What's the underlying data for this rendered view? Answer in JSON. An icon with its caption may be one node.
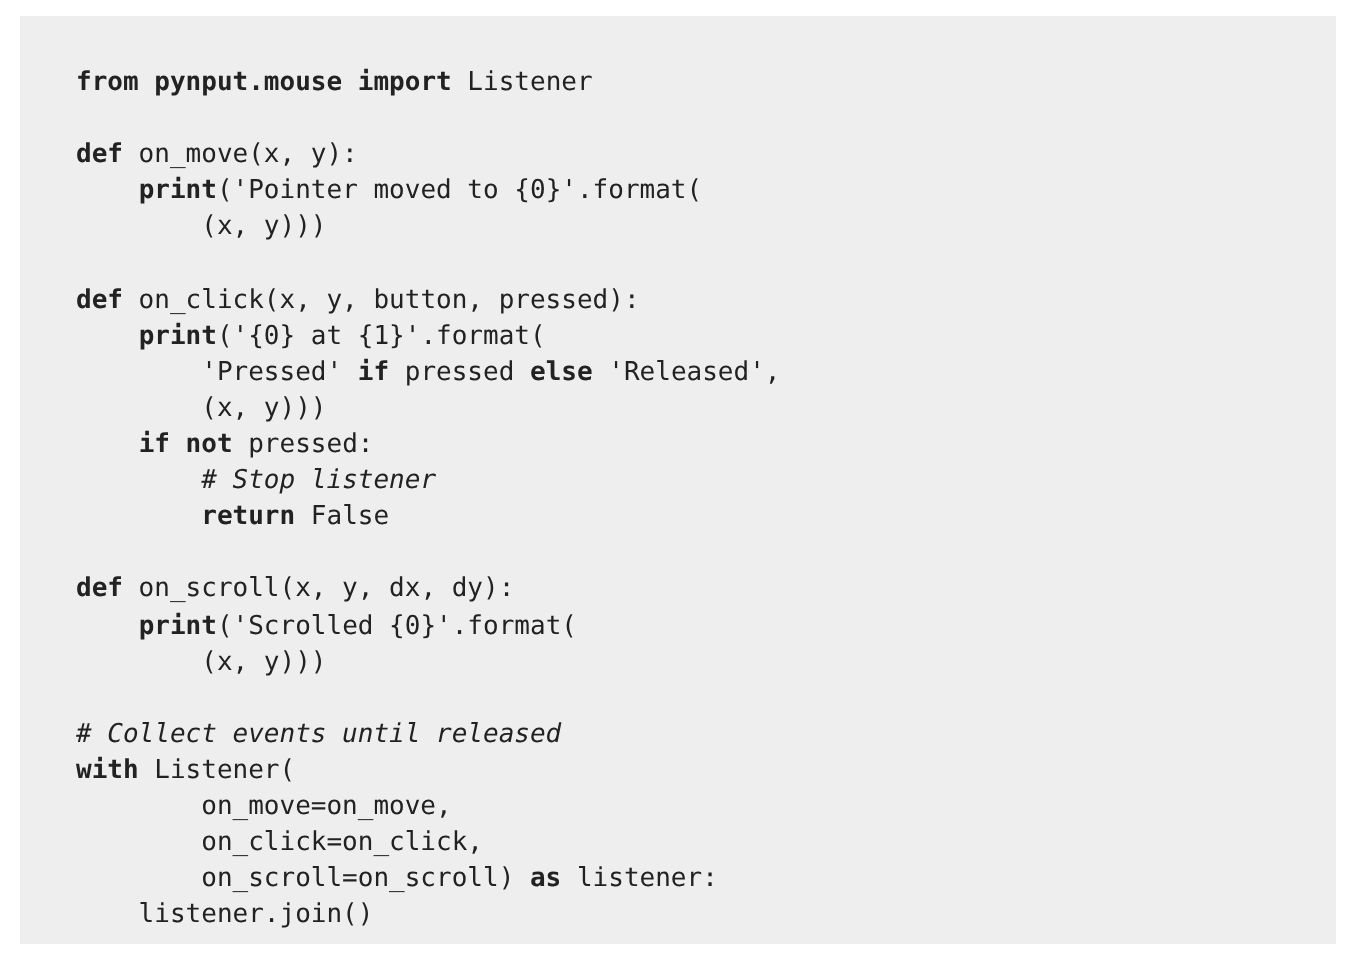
{
  "diagram": {
    "labels": [
      "**from** **pynput.mouse** **import** Listener",
      "**def** on_move(x, y):",
      "    **print**('Pointer moved to {0}'.format(",
      "        (x, y)))",
      "**def** on_click(x, y, button, pressed):",
      "    **print**('{0} at {1}'.format(",
      "        'Pressed' **if** pressed **else** 'Released',",
      "        (x, y)))",
      "    **if** **not** pressed:",
      "        *# Stop listener*",
      "        **return** False",
      "**def** on_scroll(x, y, dx, dy):",
      "    **print**('Scrolled {0}'.format(",
      "        (x, y)))",
      "*# Collect events until released*",
      "**with** Listener(",
      "        on_move=on_move,",
      "        on_click=on_click,",
      "        on_scroll=on_scroll) **as** listener:",
      "    listener.join()"
    ]
  }
}
